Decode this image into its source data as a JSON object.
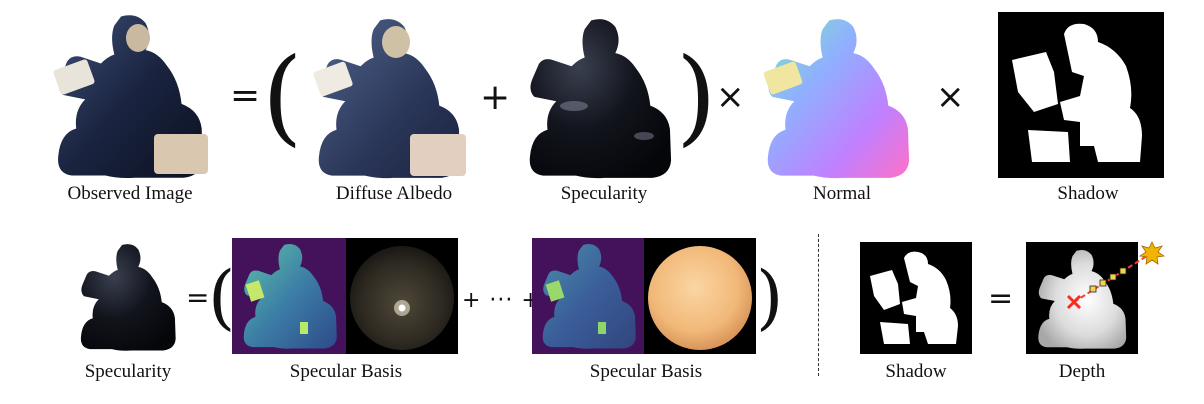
{
  "top_row": {
    "observed_label": "Observed Image",
    "albedo_label": "Diffuse Albedo",
    "specularity_label": "Specularity",
    "normal_label": "Normal",
    "shadow_label": "Shadow",
    "ops": {
      "equals": "=",
      "open_paren": "(",
      "plus": "+",
      "close_paren": ")",
      "times1": "×",
      "times2": "×"
    }
  },
  "bottom_row": {
    "specularity_label": "Specularity",
    "basis1_label": "Specular Basis",
    "basis2_label": "Specular Basis",
    "shadow_label": "Shadow",
    "depth_label": "Depth",
    "ops": {
      "equals": "=",
      "open_paren": "(",
      "plus_dots": "+ ··· +",
      "close_paren": ")",
      "equals2": "="
    }
  },
  "colors": {
    "basis_background": "#43125a",
    "sphere_dark": "#2f2a22",
    "sphere_warm": "#f6c48c",
    "ray_color": "#ff3b30",
    "sample_marker": "#f2d44a",
    "sun": "#f2b400"
  },
  "icons": [
    "sun-icon",
    "x-marker-icon",
    "sample-marker-icon"
  ]
}
